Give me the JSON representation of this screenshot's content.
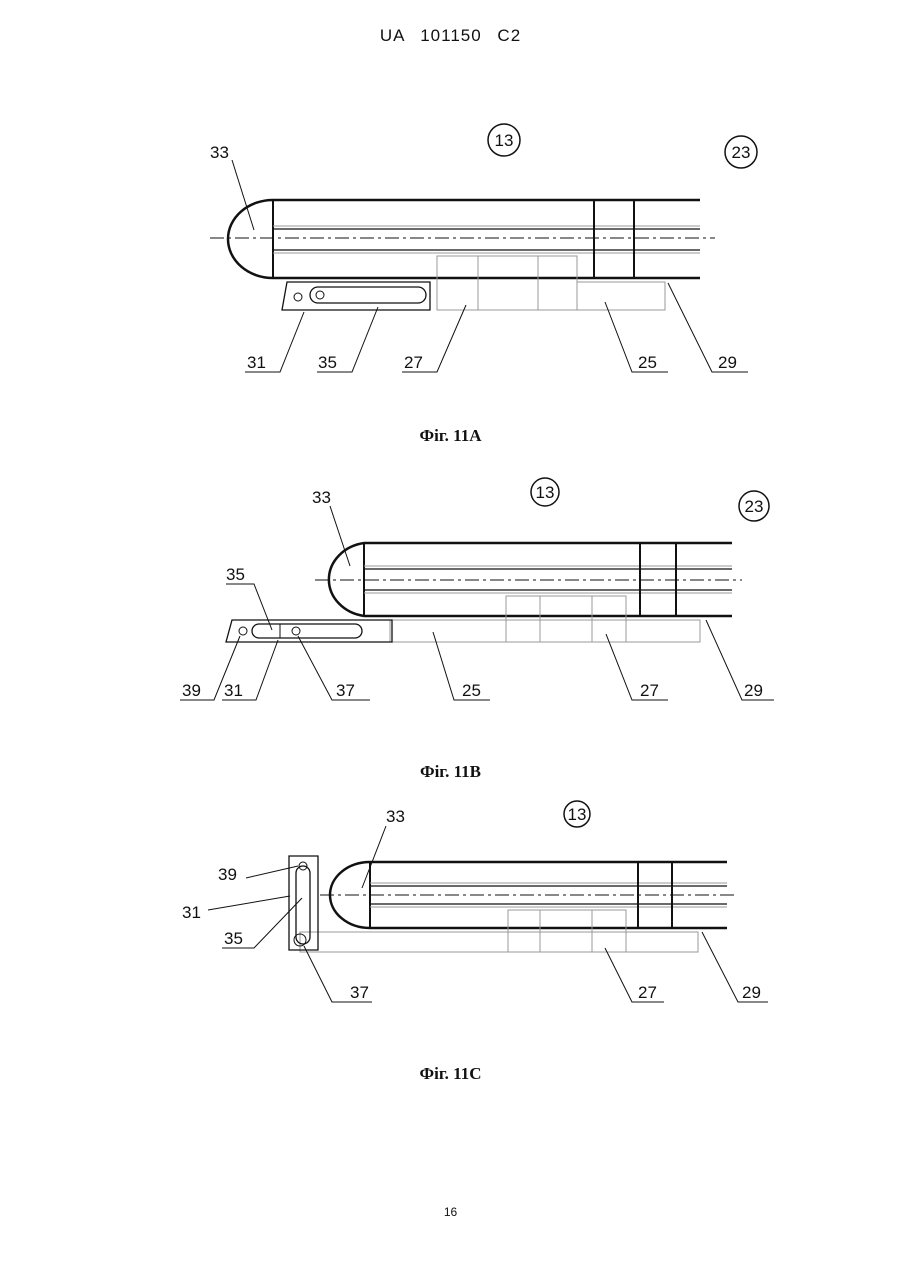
{
  "header": "UA 101150 C2",
  "page_number": "16",
  "figures": [
    {
      "caption": "Фіг. 11А",
      "callouts": {
        "c13": "13",
        "c23": "23",
        "c33": "33",
        "c31": "31",
        "c35": "35",
        "c27": "27",
        "c25": "25",
        "c29": "29"
      }
    },
    {
      "caption": "Фіг. 11В",
      "callouts": {
        "c13": "13",
        "c23": "23",
        "c33": "33",
        "c35": "35",
        "c39": "39",
        "c31": "31",
        "c37": "37",
        "c25": "25",
        "c27": "27",
        "c29": "29"
      }
    },
    {
      "caption": "Фіг. 11С",
      "callouts": {
        "c13": "13",
        "c33": "33",
        "c39": "39",
        "c31": "31",
        "c35": "35",
        "c37": "37",
        "c27": "27",
        "c29": "29"
      }
    }
  ]
}
